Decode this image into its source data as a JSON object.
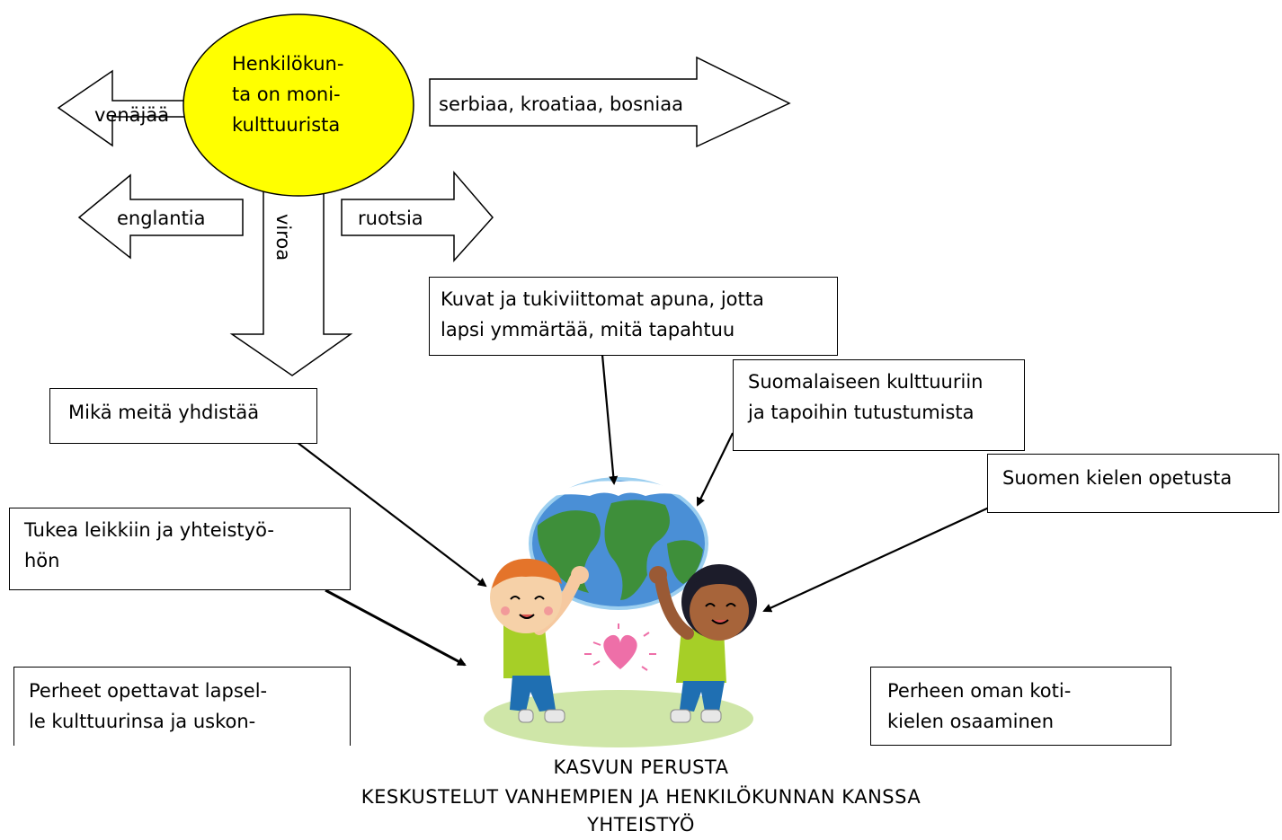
{
  "center_bubble": {
    "lines": [
      "Henkilökun-",
      "ta on moni-",
      "kulttuurista"
    ],
    "color": "#ffff00"
  },
  "languages": {
    "russian": "venäjää",
    "serbian": "serbiaa, kroatiaa, bosniaa",
    "english": "englantia",
    "estonian": "viroa",
    "swedish": "ruotsia"
  },
  "boxes": {
    "pictures": [
      "Kuvat ja tukiviittomat apuna, jotta",
      "lapsi ymmärtää, mitä tapahtuu"
    ],
    "culture": [
      "Suomalaiseen kulttuuriin",
      "ja tapoihin tutustumista"
    ],
    "finnish": [
      "Suomen kielen opetusta"
    ],
    "unites": [
      "Mikä meitä yhdistää"
    ],
    "play": [
      "Tukea leikkiin ja yhteistyö-",
      "hön"
    ],
    "families": [
      "Perheet opettavat lapsel-",
      "le kulttuurinsa ja uskon-"
    ],
    "homelang": [
      "Perheen oman koti-",
      "kielen osaaminen"
    ]
  },
  "footer": [
    "KASVUN PERUSTA",
    "KESKUSTELUT VANHEMPIEN JA HENKILÖKUNNAN KANSSA",
    "YHTEISTYÖ"
  ],
  "illustration": {
    "name": "children-holding-globe",
    "heart_color": "#ee6fa8",
    "globe_ocean": "#4a8fd6",
    "globe_land": "#3e8f3a",
    "shirt_color": "#a6cf27",
    "ground_color": "#cfe6a8"
  }
}
